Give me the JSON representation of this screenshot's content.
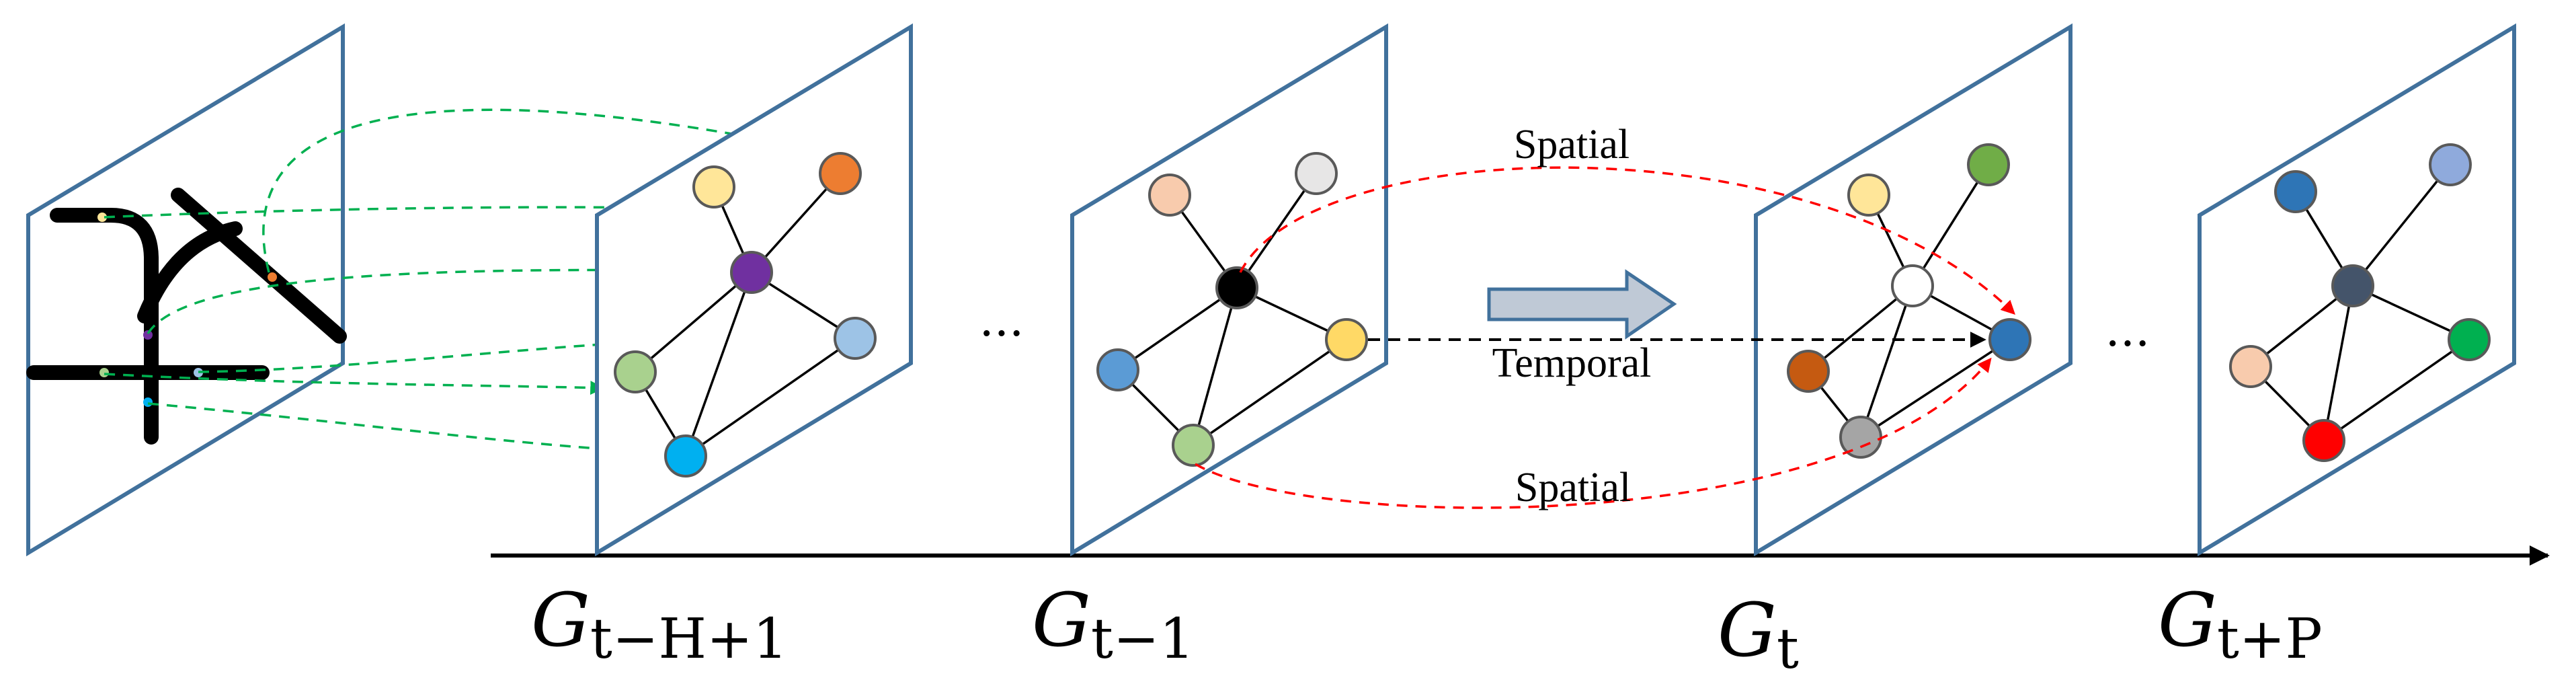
{
  "graph_labels": {
    "g1": {
      "base": "G",
      "sub": "t−H+1"
    },
    "g2": {
      "base": "G",
      "sub": "t−1"
    },
    "g3": {
      "base": "G",
      "sub": "t"
    },
    "g4": {
      "base": "G",
      "sub": "t+P"
    }
  },
  "ellipsis": "···",
  "annotations": {
    "spatial_top": "Spatial",
    "temporal": "Temporal",
    "spatial_bottom": "Spatial"
  },
  "colors": {
    "plane_border": "#41719C",
    "spatial_link": "#FF0000",
    "sensor_link": "#00B050",
    "temporal_link": "#000000",
    "process_arrow_fill": "#BFC9D6"
  }
}
